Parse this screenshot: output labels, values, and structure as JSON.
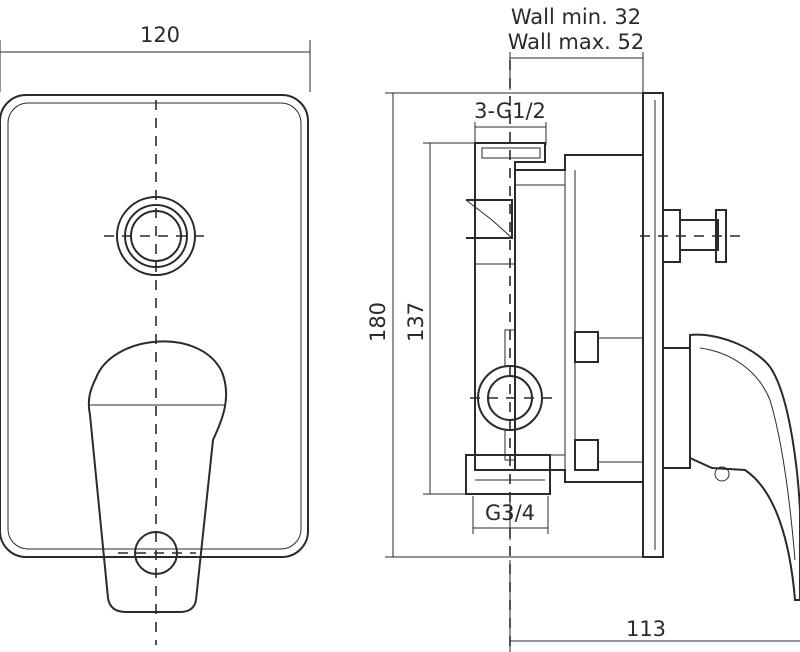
{
  "dimensions": {
    "width_front": "120",
    "wall_min": "Wall min. 32",
    "wall_max": "Wall max. 52",
    "inlet_thread": "3-G1/2",
    "height_total": "180",
    "height_body": "137",
    "outlet_thread": "G3/4",
    "depth": "113"
  }
}
